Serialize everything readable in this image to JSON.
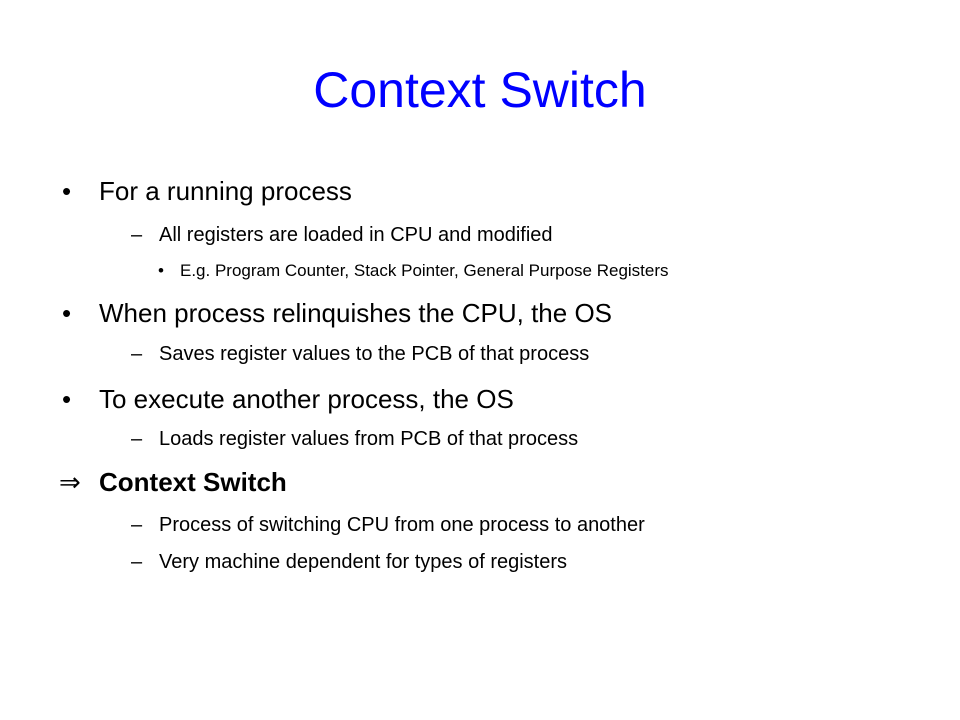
{
  "slide": {
    "title": "Context Switch",
    "title_color": "#0000ff",
    "items": [
      {
        "bullet": "•",
        "text": "For a running process"
      },
      {
        "bullet": "–",
        "text": "All registers are loaded in CPU and modified"
      },
      {
        "bullet": "•",
        "text": "E.g. Program Counter, Stack Pointer, General Purpose Registers"
      },
      {
        "bullet": "•",
        "text": "When process relinquishes the CPU, the OS"
      },
      {
        "bullet": "–",
        "text": "Saves register values to the PCB of that process"
      },
      {
        "bullet": "•",
        "text": "To execute another process, the OS"
      },
      {
        "bullet": "–",
        "text": "Loads register values from PCB of that process"
      },
      {
        "bullet": "⇒",
        "text": "Context Switch"
      },
      {
        "bullet": "–",
        "text": "Process of switching CPU from one process to another"
      },
      {
        "bullet": "–",
        "text": "Very machine dependent for types of registers"
      }
    ]
  }
}
